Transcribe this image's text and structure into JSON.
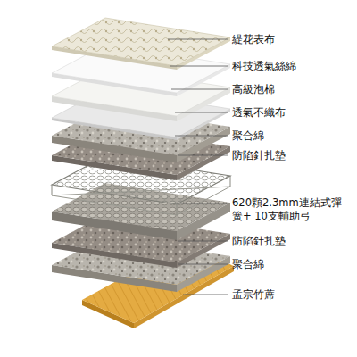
{
  "diagram": {
    "labels": [
      "緹花表布",
      "科技透氣絲綿",
      "高級泡棉",
      "透氣不織布",
      "聚合綿",
      "防陷針扎墊",
      "620顆2.3mm連結式彈簧+ 10支輔助弓",
      "防陷針扎墊",
      "聚合綿",
      "孟宗竹蓆"
    ]
  }
}
